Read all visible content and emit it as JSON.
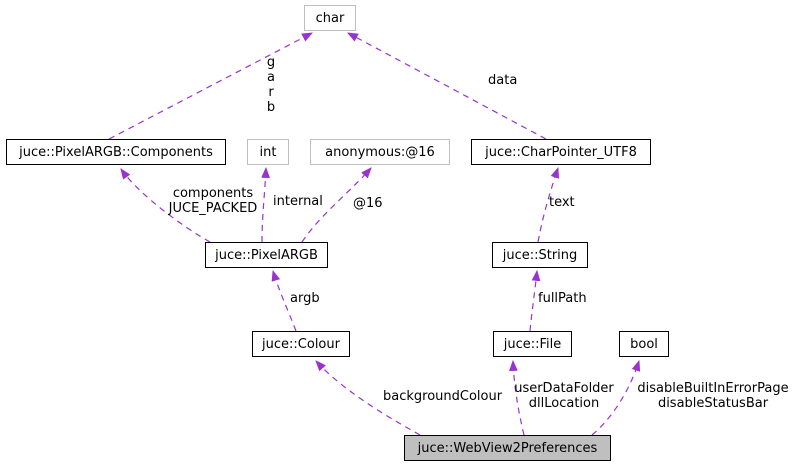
{
  "nodes": {
    "char": "char",
    "pixel_argb_components": "juce::PixelARGB::Components",
    "int": "int",
    "anonymous_16": "anonymous:@16",
    "char_pointer_utf8": "juce::CharPointer_UTF8",
    "pixel_argb": "juce::PixelARGB",
    "string": "juce::String",
    "colour": "juce::Colour",
    "file": "juce::File",
    "bool": "bool",
    "webview2_preferences": "juce::WebView2Preferences"
  },
  "edge_labels": {
    "char_members": [
      "g",
      "a",
      "r",
      "b"
    ],
    "data": "data",
    "components": [
      "components",
      "JUCE_PACKED"
    ],
    "internal": "internal",
    "at16": "@16",
    "text": "text",
    "argb": "argb",
    "full_path": "fullPath",
    "background_colour": "backgroundColour",
    "user_data": [
      "userDataFolder",
      "dllLocation"
    ],
    "disable_flags": [
      "disableBuiltInErrorPage",
      "disableStatusBar"
    ]
  },
  "colors": {
    "edge": "#9a32cd",
    "focus_node_fill": "#bfbfbf",
    "linked_node_border": "#000000",
    "plain_node_border": "#bebebe"
  }
}
